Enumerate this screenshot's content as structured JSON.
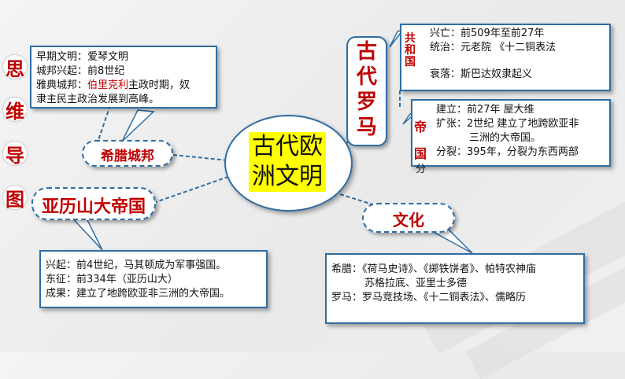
{
  "side_title": [
    "思",
    "维",
    "导",
    "图"
  ],
  "center": {
    "line1": "古代欧",
    "line2": "洲文明"
  },
  "greek": {
    "label": "希腊城邦",
    "lines": [
      {
        "text": "早期文明：爱琴文明"
      },
      {
        "text": "城邦兴起：前8世纪"
      },
      {
        "pre": "雅典城邦：",
        "highlight": "伯里克利",
        "post": "主政时期，奴"
      },
      {
        "text": "隶主民主政治发展到高峰。"
      }
    ]
  },
  "alexander": {
    "label": "亚历山大帝国",
    "lines": [
      "兴起：前4世纪，马其顿成为军事强国。",
      "东征：前334年（亚历山大）",
      "成果：建立了地跨欧亚非三洲的大帝国。"
    ]
  },
  "rome": {
    "label_chars": [
      "古",
      "代",
      "罗",
      "马"
    ]
  },
  "republic": {
    "label_chars": [
      "共",
      "和",
      "国"
    ],
    "lines": [
      "兴亡：前509年至前27年",
      "统治：元老院 《十二铜表法",
      "衰落：斯巴达奴隶起义"
    ]
  },
  "empire": {
    "label_chars": [
      "帝",
      "国"
    ],
    "lines": [
      "建立：前27年  屋大维",
      "扩张：2世纪  建立了地跨欧亚非",
      "三洲的大帝国。"
    ],
    "split_lead": "分",
    "split_text": "分裂：395年，分裂为东西两部"
  },
  "culture": {
    "label": "文化",
    "lines": [
      "希腊：《荷马史诗》、《掷铁饼者》、帕特农神庙",
      "苏格拉底、亚里士多德",
      "罗马：罗马竞技场、《十二铜表法》、儒略历"
    ]
  }
}
